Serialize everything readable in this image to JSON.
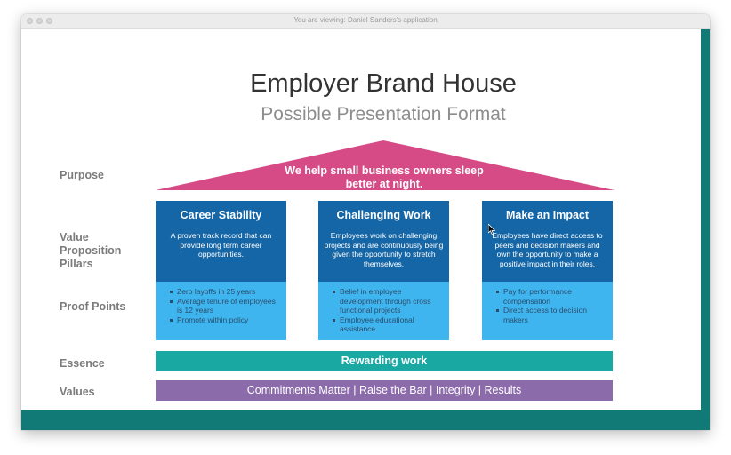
{
  "window": {
    "title": "You are viewing: Daniel Sanders's application"
  },
  "slide": {
    "title": "Employer Brand House",
    "subtitle": "Possible Presentation Format",
    "row_labels": {
      "purpose": "Purpose",
      "value_pillars": [
        "Value",
        "Proposition",
        "Pillars"
      ],
      "proof_points": "Proof Points",
      "essence": "Essence",
      "values": "Values"
    },
    "purpose": {
      "line1": "We help small business owners sleep",
      "line2": "better at night."
    },
    "pillars": [
      {
        "title": "Career Stability",
        "description": "A proven track record that can provide long term career opportunities.",
        "proof_points": [
          "Zero layoffs in 25 years",
          "Average tenure of employees is 12 years",
          "Promote within policy"
        ]
      },
      {
        "title": "Challenging Work",
        "description": "Employees work on challenging projects and are continuously being given the opportunity to stretch themselves.",
        "proof_points": [
          "Belief in employee development through cross functional projects",
          "Employee educational assistance"
        ]
      },
      {
        "title": "Make an Impact",
        "description": "Employees have direct access to peers and decision makers and own the opportunity to make a positive impact in their roles.",
        "proof_points": [
          "Pay for performance compensation",
          "Direct access to decision makers"
        ]
      }
    ],
    "essence": "Rewarding work",
    "values": "Commitments Matter | Raise the Bar | Integrity | Results"
  },
  "colors": {
    "teal_frame": "#127a76",
    "roof": "#d64a86",
    "pillar_dark": "#1566a6",
    "pillar_light": "#3fb5f0",
    "essence_bar": "#1aa8a3",
    "values_bar": "#8b6ba9"
  },
  "icons": {
    "window_controls": [
      "close-dot",
      "minimize-dot",
      "zoom-dot"
    ],
    "pointer": "mouse-cursor-icon"
  }
}
